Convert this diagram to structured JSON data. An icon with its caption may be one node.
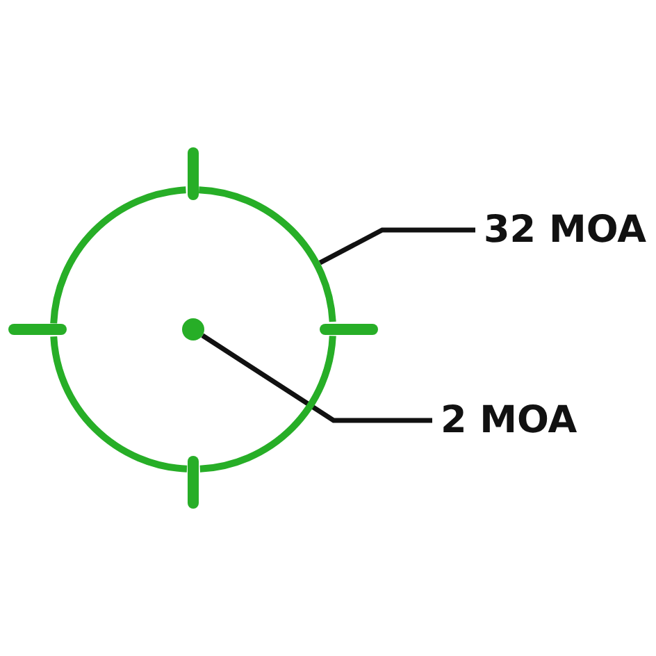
{
  "diagram": {
    "nodes": [
      {
        "text": [],
        "shape": "circle"
      },
      {
        "text": [],
        "shape": "circle",
        "in": 0
      },
      {
        "text": [
          "32 MOA"
        ]
      },
      {
        "text": [
          "2 MOA"
        ]
      }
    ],
    "edges": [
      {
        "from": 2,
        "to": 0,
        "arrow": "none"
      },
      {
        "from": 3,
        "to": 1,
        "arrow": "none"
      }
    ]
  }
}
